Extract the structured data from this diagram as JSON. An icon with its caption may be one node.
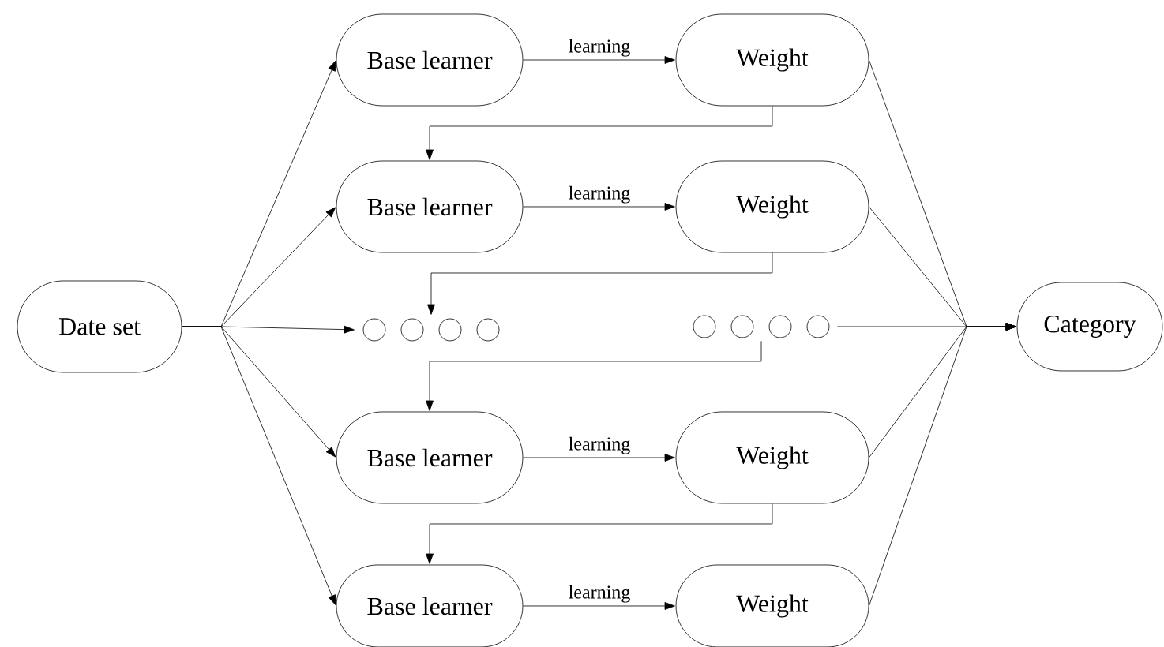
{
  "diagram": {
    "nodes": [
      {
        "text": [
          "Date set"
        ]
      },
      {
        "text": [
          "Base learner"
        ]
      },
      {
        "text": [
          "Weight"
        ]
      },
      {
        "text": [
          "Base learner"
        ]
      },
      {
        "text": [
          "Weight"
        ]
      },
      {
        "text": [],
        "shape": "circle"
      },
      {
        "text": [],
        "shape": "circle"
      },
      {
        "text": [
          "Base learner"
        ]
      },
      {
        "text": [
          "Weight"
        ]
      },
      {
        "text": [
          "Base learner"
        ]
      },
      {
        "text": [
          "Weight"
        ]
      },
      {
        "text": [
          "Category"
        ]
      }
    ],
    "edges": [
      {
        "from": 0,
        "to": 1,
        "arrow": "to"
      },
      {
        "from": 0,
        "to": 3,
        "arrow": "to"
      },
      {
        "from": 0,
        "to": 5,
        "arrow": "to"
      },
      {
        "from": 0,
        "to": 7,
        "arrow": "to"
      },
      {
        "from": 0,
        "to": 9,
        "arrow": "to"
      },
      {
        "from": 1,
        "to": 2,
        "arrow": "to",
        "label": "learning"
      },
      {
        "from": 3,
        "to": 4,
        "arrow": "to",
        "label": "learning"
      },
      {
        "from": 7,
        "to": 8,
        "arrow": "to",
        "label": "learning"
      },
      {
        "from": 9,
        "to": 10,
        "arrow": "to",
        "label": "learning"
      },
      {
        "from": 2,
        "to": 3,
        "arrow": "to"
      },
      {
        "from": 4,
        "to": 5,
        "arrow": "to"
      },
      {
        "from": 6,
        "to": 7,
        "arrow": "to"
      },
      {
        "from": 8,
        "to": 9,
        "arrow": "to"
      },
      {
        "from": 2,
        "to": 11,
        "arrow": "to"
      },
      {
        "from": 4,
        "to": 11,
        "arrow": "to"
      },
      {
        "from": 6,
        "to": 11,
        "arrow": "to"
      },
      {
        "from": 8,
        "to": 11,
        "arrow": "to"
      },
      {
        "from": 10,
        "to": 11,
        "arrow": "to"
      }
    ]
  }
}
